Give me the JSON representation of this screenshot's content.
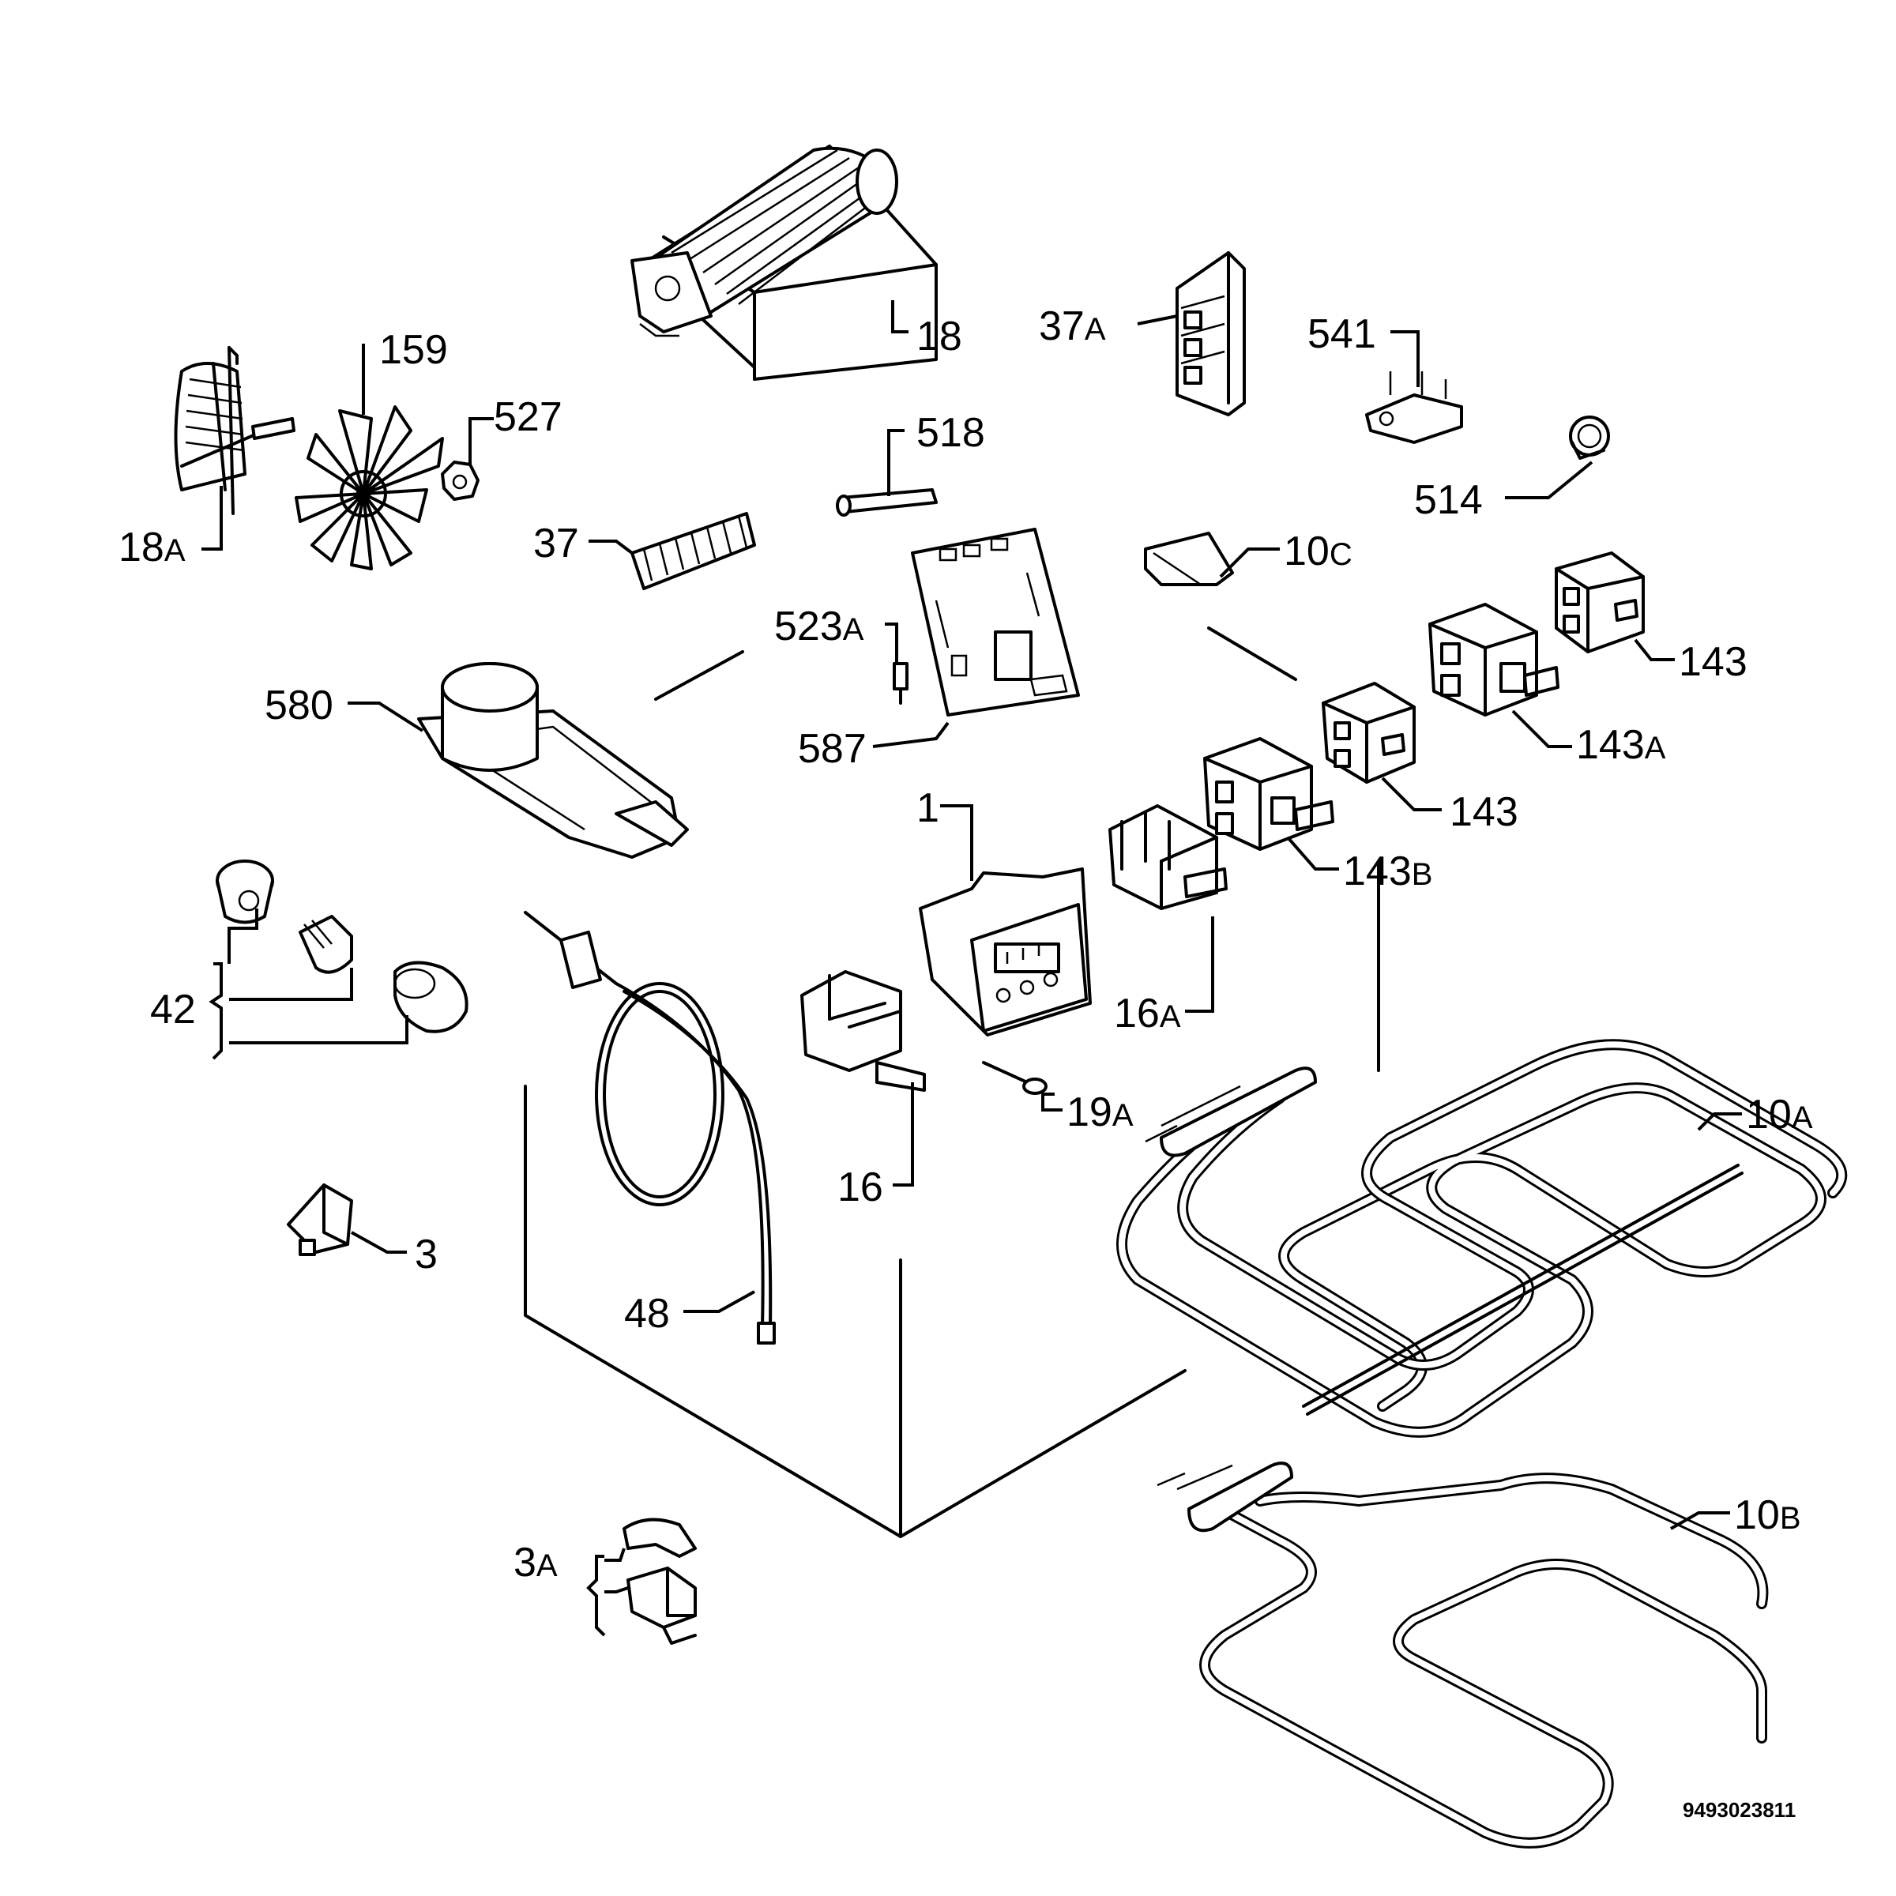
{
  "diagram": {
    "reference_number": "9493023811",
    "callouts": {
      "c18": "18",
      "c18a_num": "18",
      "c18a_suf": "A",
      "c159": "159",
      "c527": "527",
      "c37a_num": "37",
      "c37a_suf": "A",
      "c541": "541",
      "c518": "518",
      "c37": "37",
      "c514": "514",
      "c10c_num": "10",
      "c10c_suf": "C",
      "c523a_num": "523",
      "c523a_suf": "A",
      "c143_top": "143",
      "c143a_num": "143",
      "c143a_suf": "A",
      "c580": "580",
      "c587": "587",
      "c143_mid": "143",
      "c1": "1",
      "c143b_num": "143",
      "c143b_suf": "B",
      "c16a_num": "16",
      "c16a_suf": "A",
      "c42": "42",
      "c19a_num": "19",
      "c19a_suf": "A",
      "c10a_num": "10",
      "c10a_suf": "A",
      "c16": "16",
      "c3": "3",
      "c48": "48",
      "c10b_num": "10",
      "c10b_suf": "B",
      "c3a_num": "3",
      "c3a_suf": "A"
    }
  }
}
